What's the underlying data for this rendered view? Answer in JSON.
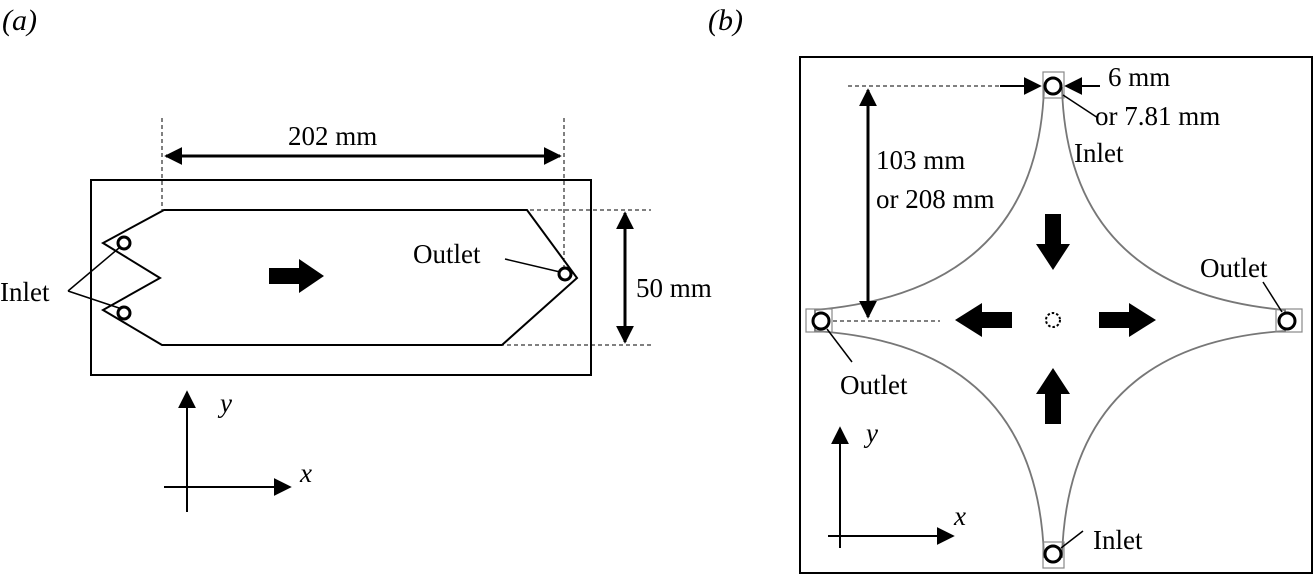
{
  "panel_a": {
    "panel_label": "(a)",
    "length_label": "202 mm",
    "width_label": "50 mm",
    "inlet_label": "Inlet",
    "outlet_label": "Outlet",
    "axis_x": "x",
    "axis_y": "y"
  },
  "panel_b": {
    "panel_label": "(b)",
    "port_label_line1": "6 mm",
    "port_label_line2": "or 7.81 mm",
    "arm_label_line1": "103 mm",
    "arm_label_line2": "or 208 mm",
    "inlet_top_label": "Inlet",
    "inlet_bottom_label": "Inlet",
    "outlet_right_label": "Outlet",
    "outlet_left_label": "Outlet",
    "axis_x": "x",
    "axis_y": "y"
  }
}
